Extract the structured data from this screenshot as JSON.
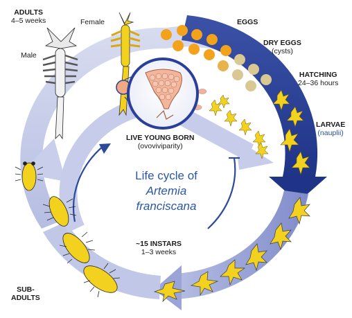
{
  "labels": {
    "adults": {
      "title": "ADULTS",
      "sub": "4–5 weeks"
    },
    "female": "Female",
    "male": "Male",
    "eggs": "EGGS",
    "dry_eggs": {
      "title": "DRY EGGS",
      "sub": "(cysts)"
    },
    "hatching": {
      "title": "HATCHING",
      "sub": "24–36 hours"
    },
    "larvae": {
      "title": "LARVAE",
      "sub": "(nauplii)"
    },
    "live_young": {
      "title": "LIVE YOUNG BORN",
      "sub": "(ovoviviparity)"
    },
    "instars": {
      "title": "~15 INSTARS",
      "sub": "1–3 weeks"
    },
    "subadults": {
      "line1": "SUB-",
      "line2": "ADULTS"
    }
  },
  "center_title": {
    "line1": "Life cycle of",
    "line2": "Artemia",
    "line3": "franciscana"
  },
  "colors": {
    "ring_light": "#c9cfe9",
    "ring_mid": "#8d98d0",
    "ring_dark": "#283d8f",
    "organism_yellow": "#f3d21f",
    "egg_orange": "#f3a21c",
    "egg_cyst": "#d8c89a",
    "inset_blue": "#2a3f9a",
    "embryo_pink": "#f0b3a0",
    "arrow_blue": "#2b4a9a"
  },
  "icons": [
    "adult-female-icon",
    "adult-male-icon",
    "egg-icon",
    "cyst-icon",
    "nauplius-icon",
    "instar-icon",
    "subadult-icon",
    "brood-pouch-icon"
  ]
}
